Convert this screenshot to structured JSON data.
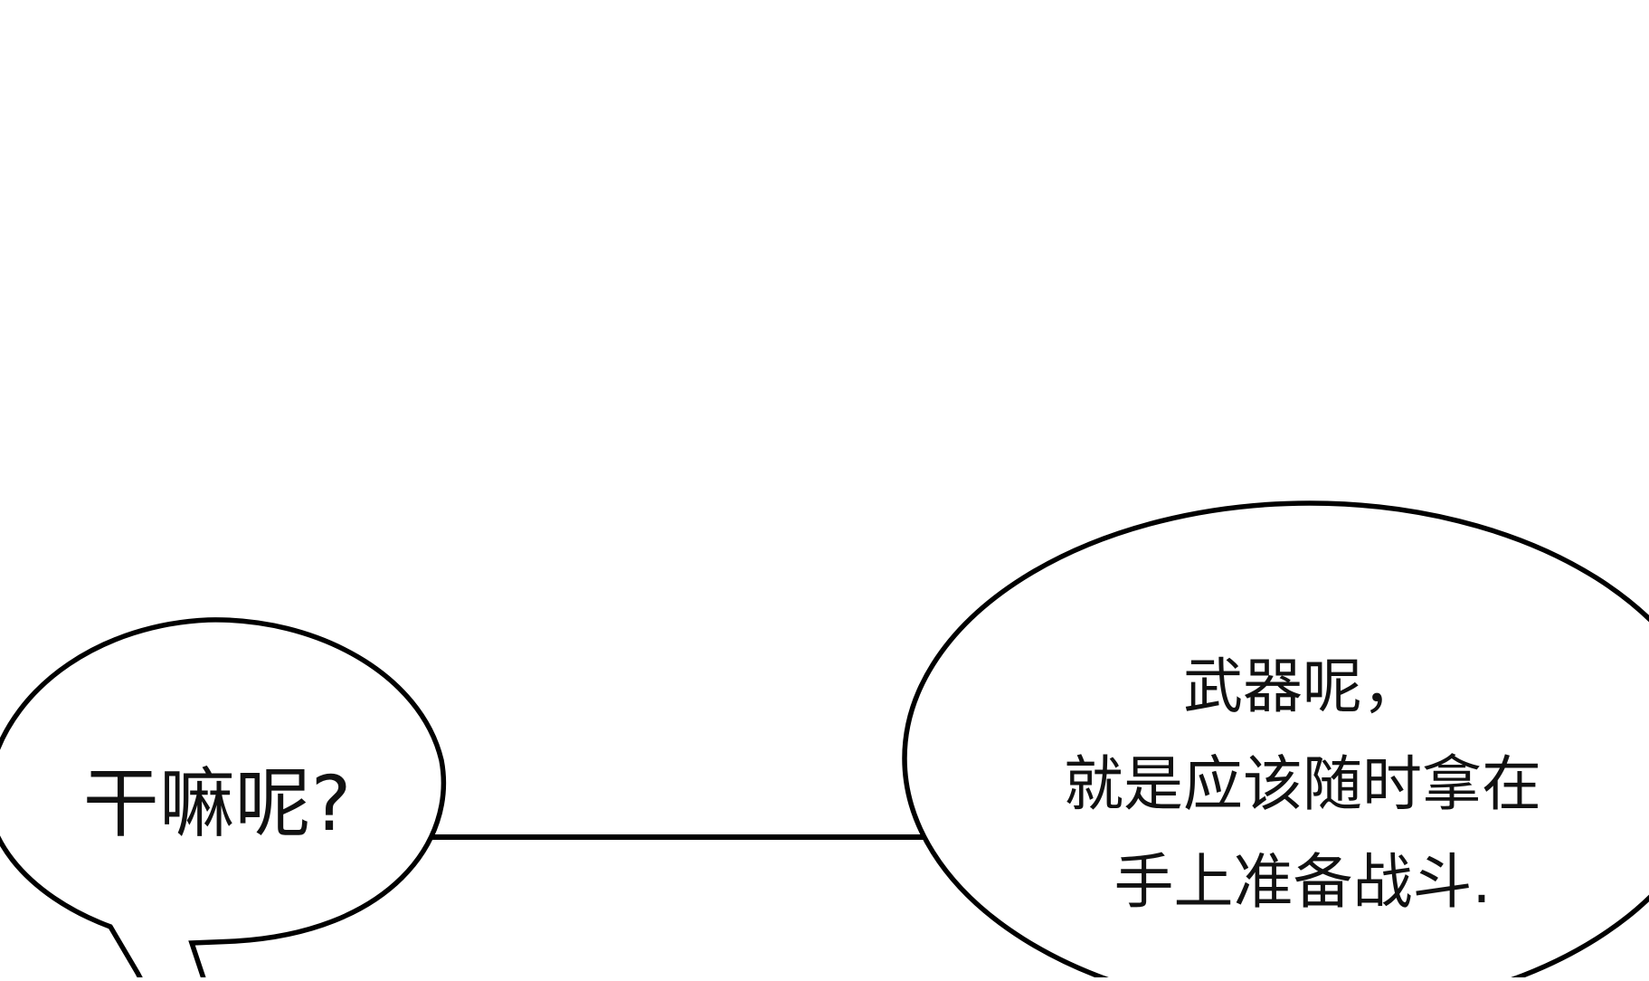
{
  "panel": {
    "background_color": "#ffffff",
    "ink_color": "#000000"
  },
  "left_bubble": {
    "text": "干嘛呢?"
  },
  "right_bubble": {
    "lines": [
      "武器呢，",
      "就是应该随时拿在",
      "手上准备战斗."
    ]
  }
}
